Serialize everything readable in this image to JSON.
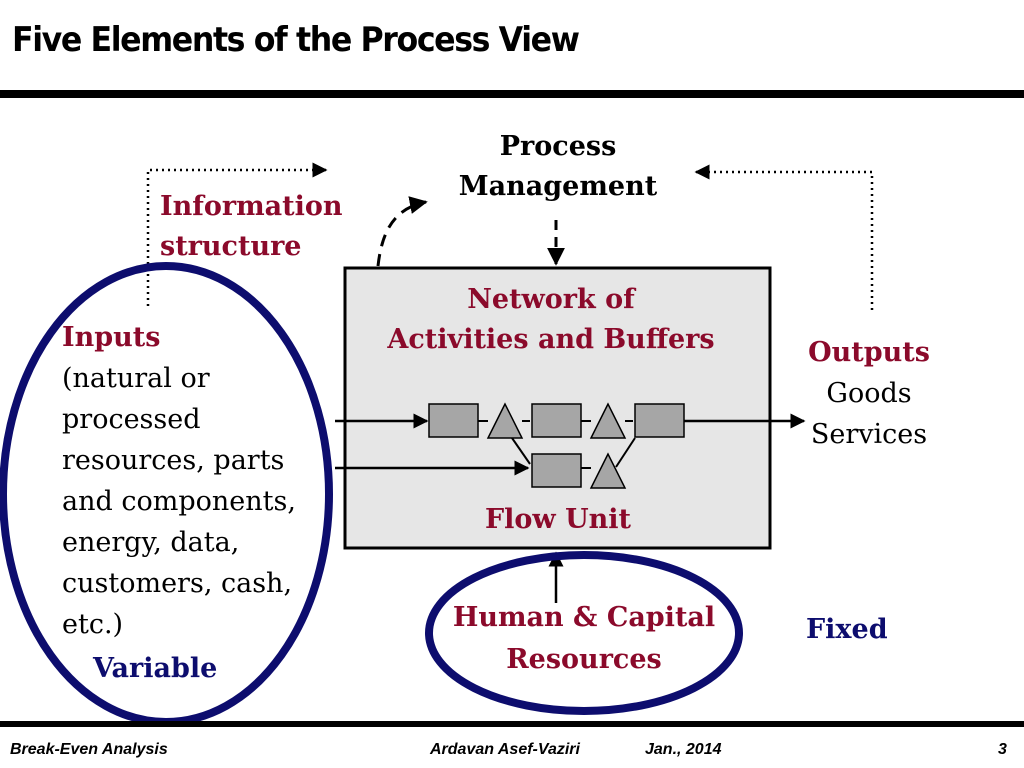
{
  "slide": {
    "title": "Five Elements of the Process View"
  },
  "diagram": {
    "process_management": [
      "Process",
      "Management"
    ],
    "information_structure": [
      "Information",
      "structure"
    ],
    "network": [
      "Network of",
      "Activities and Buffers"
    ],
    "flow_unit": "Flow Unit",
    "inputs": {
      "heading": "Inputs",
      "lines": [
        "(natural or",
        "processed",
        "resources, parts",
        "and components,",
        "energy, data,",
        "customers, cash,",
        "etc.)"
      ]
    },
    "outputs": {
      "heading": "Outputs",
      "lines": [
        "Goods",
        "Services"
      ]
    },
    "resources": [
      "Human & Capital",
      "Resources"
    ],
    "variable_label": "Variable",
    "fixed_label": "Fixed"
  },
  "footer": {
    "left": "Break-Even Analysis",
    "author": "Ardavan Asef-Vaziri",
    "date": "Jan., 2014",
    "page": "3"
  },
  "colors": {
    "maroon": "#8b0a2b",
    "navy": "#0d0d6e",
    "box_fill": "#e6e6e6",
    "activity_fill": "#a6a6a6"
  }
}
